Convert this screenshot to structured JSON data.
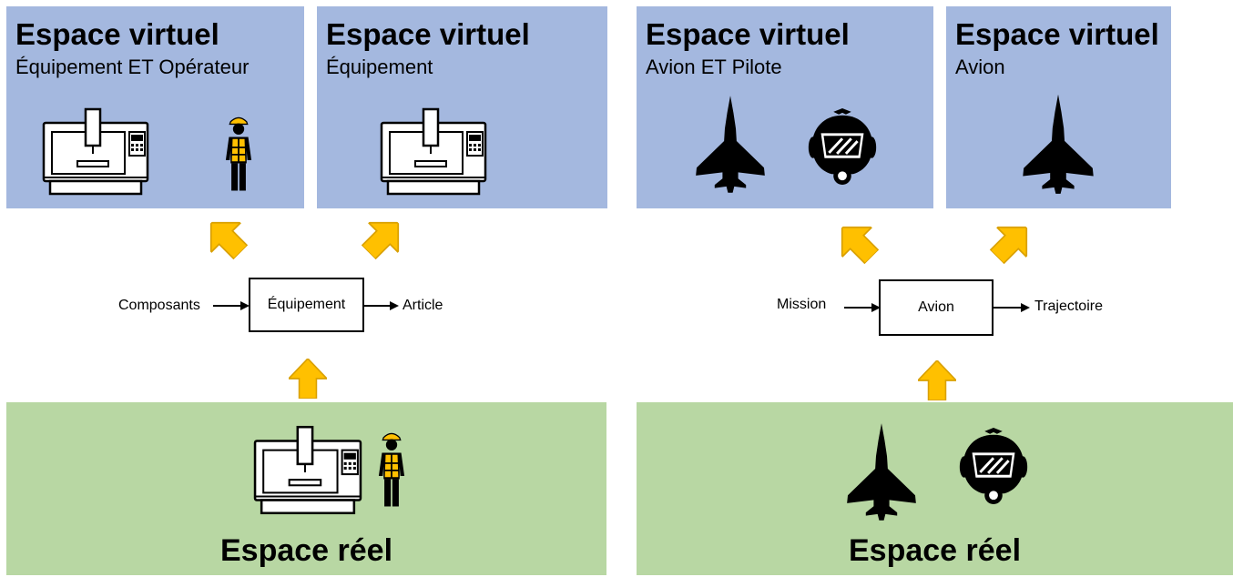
{
  "left": {
    "virtual_left": {
      "title": "Espace virtuel",
      "subtitle": "Équipement ET Opérateur"
    },
    "virtual_right": {
      "title": "Espace virtuel",
      "subtitle": "Équipement"
    },
    "system": {
      "box_label": "Équipement",
      "input_label": "Composants",
      "output_label": "Article"
    },
    "real": {
      "title": "Espace réel"
    }
  },
  "right": {
    "virtual_left": {
      "title": "Espace virtuel",
      "subtitle": "Avion ET Pilote"
    },
    "virtual_right": {
      "title": "Espace virtuel",
      "subtitle": "Avion"
    },
    "system": {
      "box_label": "Avion",
      "input_label": "Mission",
      "output_label": "Trajectoire"
    },
    "real": {
      "title": "Espace réel"
    }
  },
  "colors": {
    "virtual_bg": "#a4b8df",
    "real_bg": "#b8d7a3",
    "arrow_fill": "#ffc000",
    "arrow_stroke": "#d9a000",
    "vest": "#ffc000"
  },
  "icons": [
    "machine-tool-icon",
    "worker-icon",
    "fighter-jet-icon",
    "pilot-helmet-icon"
  ]
}
